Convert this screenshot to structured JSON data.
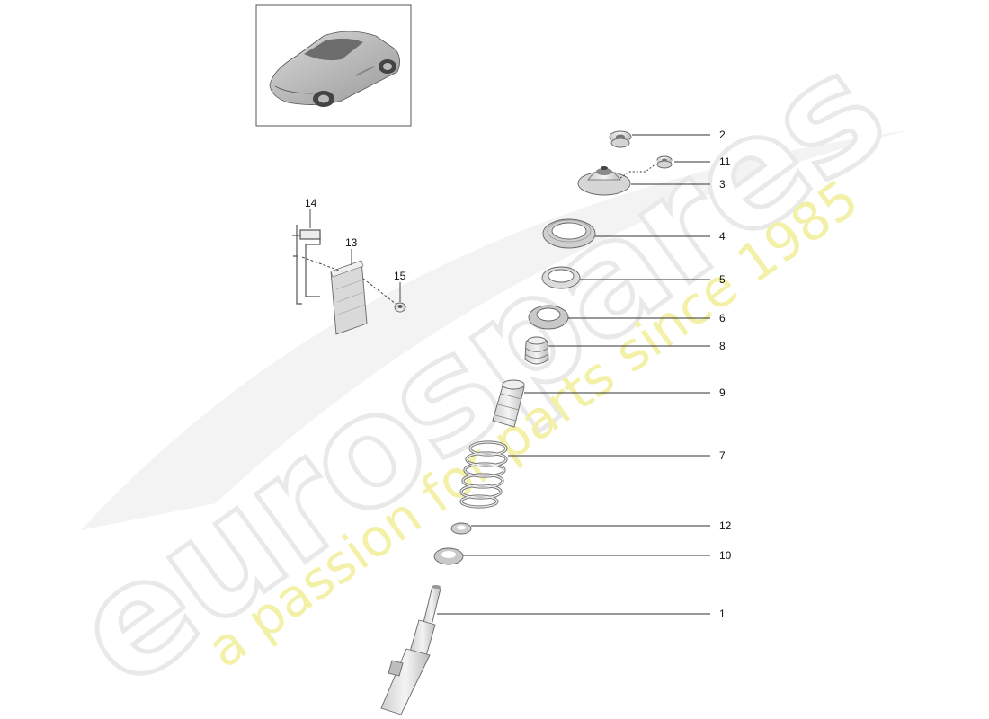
{
  "watermark": {
    "logo_text": "eurospares",
    "tagline": "a passion for parts since 1985"
  },
  "thumbnail": {
    "icon": "car-icon"
  },
  "callouts": [
    {
      "id": "c2",
      "label": "2"
    },
    {
      "id": "c11",
      "label": "11"
    },
    {
      "id": "c3",
      "label": "3"
    },
    {
      "id": "c4",
      "label": "4"
    },
    {
      "id": "c5",
      "label": "5"
    },
    {
      "id": "c6",
      "label": "6"
    },
    {
      "id": "c8",
      "label": "8"
    },
    {
      "id": "c9",
      "label": "9"
    },
    {
      "id": "c7",
      "label": "7"
    },
    {
      "id": "c12",
      "label": "12"
    },
    {
      "id": "c10",
      "label": "10"
    },
    {
      "id": "c1",
      "label": "1"
    },
    {
      "id": "c14",
      "label": "14"
    },
    {
      "id": "c13",
      "label": "13"
    },
    {
      "id": "c15",
      "label": "15"
    }
  ],
  "colors": {
    "line": "#333333",
    "part_fill": "#e2e2e2",
    "part_stroke": "#666666",
    "watermark_outline": "#e9e9e9",
    "watermark_tagline": "#f3f0a8"
  }
}
